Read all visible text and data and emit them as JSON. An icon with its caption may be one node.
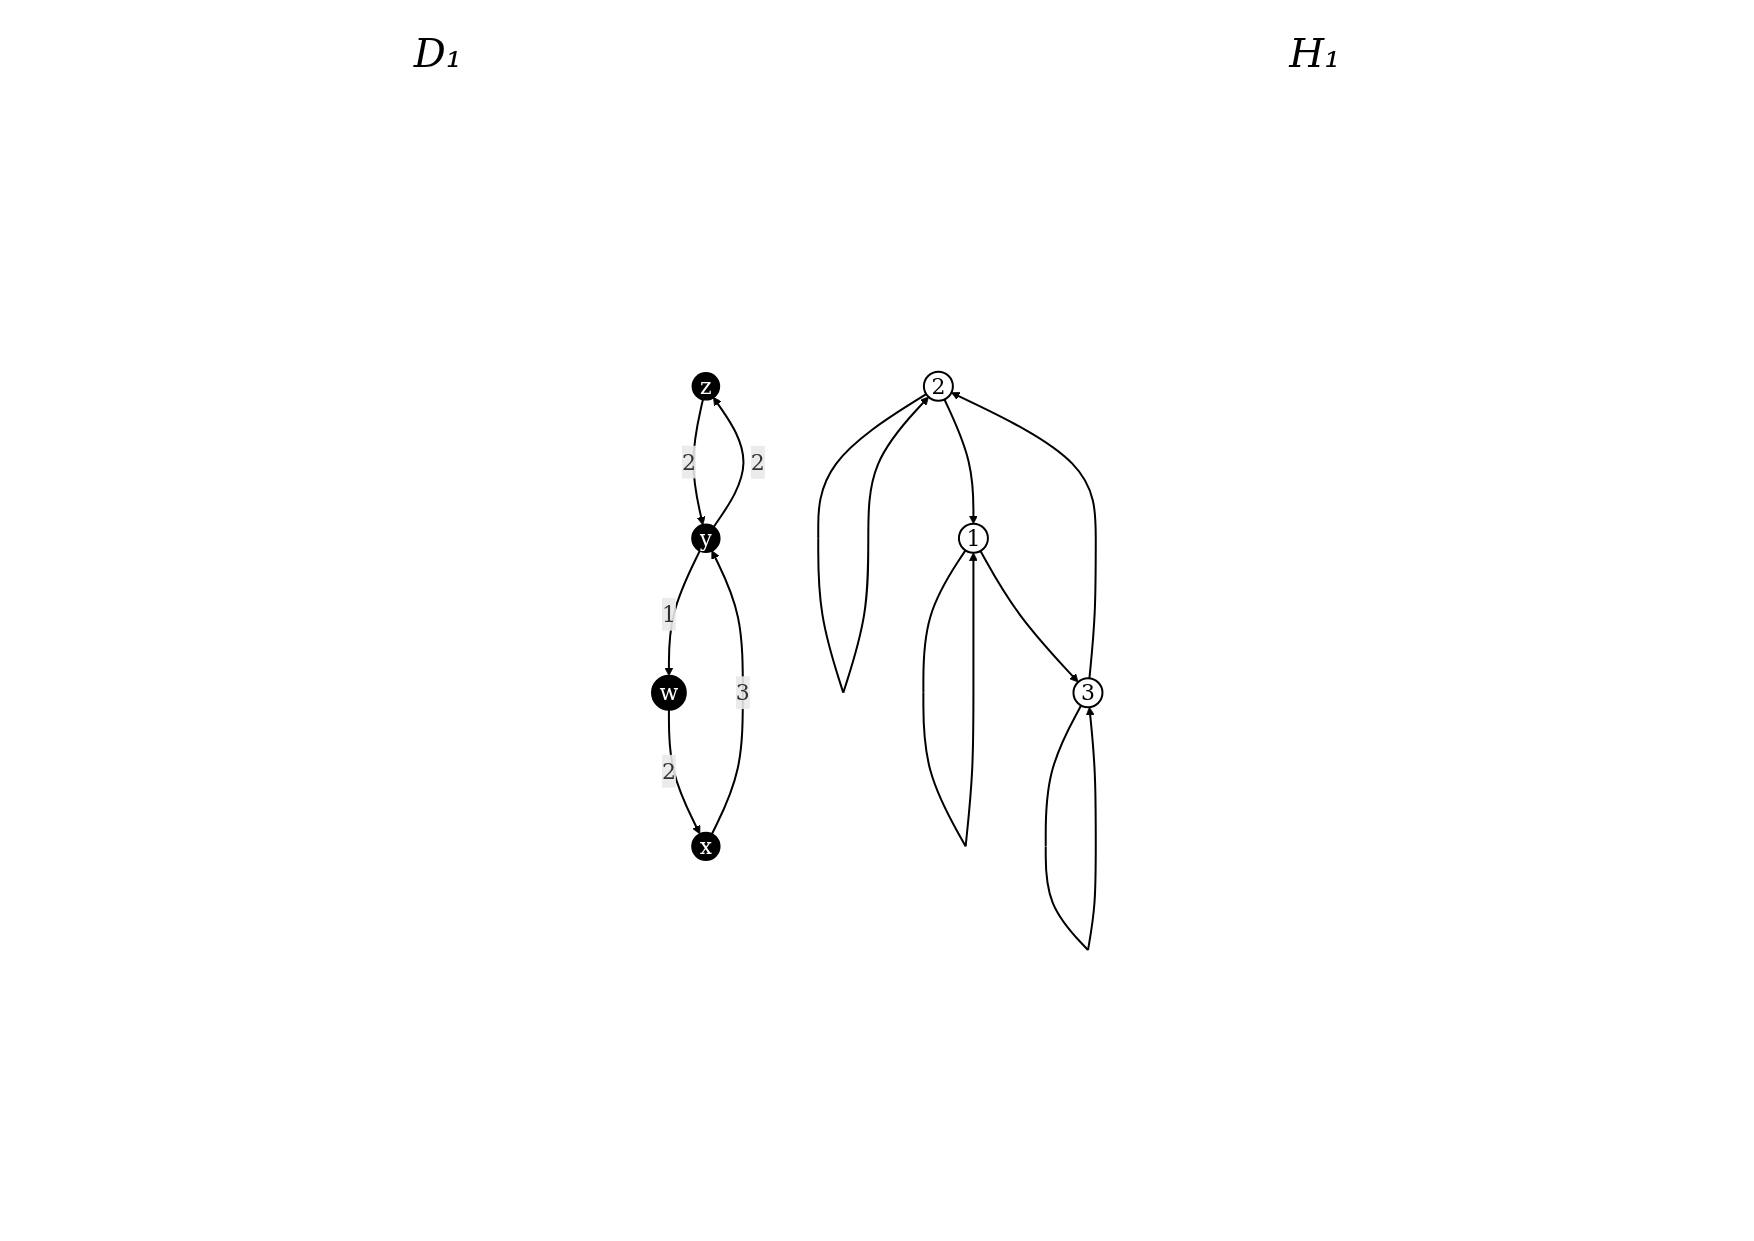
{
  "diagram": {
    "nodes": [
      {
        "text": [
          "2"
        ]
      },
      {
        "text": [
          "1"
        ]
      },
      {
        "text": [
          "3"
        ]
      },
      {
        "text": [
          "z"
        ]
      },
      {
        "text": [
          "x"
        ]
      },
      {
        "text": [
          "y"
        ]
      },
      {
        "text": [
          "w"
        ]
      }
    ],
    "edges": [
      {
        "from": 0,
        "to": 0,
        "arrow": "to"
      },
      {
        "from": 1,
        "to": 1,
        "arrow": "to"
      },
      {
        "from": 2,
        "to": 2,
        "arrow": "to"
      },
      {
        "from": 0,
        "to": 1,
        "arrow": "to"
      },
      {
        "from": 1,
        "to": 2,
        "arrow": "to"
      },
      {
        "from": 2,
        "to": 0,
        "arrow": "to"
      },
      {
        "from": 3,
        "to": 5,
        "label": "2",
        "arrow": "to"
      },
      {
        "from": 5,
        "to": 3,
        "label": "2",
        "arrow": "to"
      },
      {
        "from": 4,
        "to": 5,
        "label": "3",
        "arrow": "to"
      },
      {
        "from": 5,
        "to": 6,
        "label": "1",
        "arrow": "to"
      },
      {
        "from": 6,
        "to": 4,
        "label": "2",
        "arrow": "to"
      }
    ],
    "labels": [
      "D₁",
      "H₁"
    ]
  }
}
